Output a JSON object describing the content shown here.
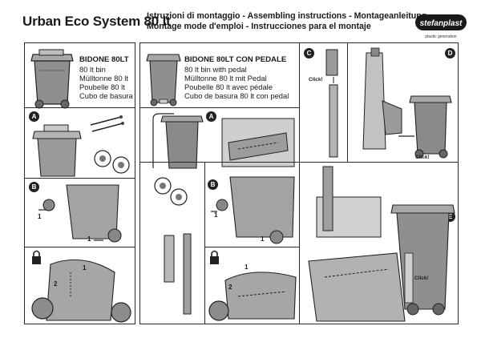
{
  "header": {
    "title": "Urban Eco System 80 lt",
    "subtitle_lines": [
      "Istruzioni di montaggio - Assembling instructions - Montageanleitung",
      "Montage mode d'emploi - Instrucciones para el montaje"
    ],
    "brand": "stefanplast",
    "brand_tagline": "plastic generation"
  },
  "products": [
    {
      "name": "BIDONE 80LT",
      "lines": [
        "80 lt bin",
        "Mülltonne 80 lt",
        "Poubelle 80 lt",
        "Cubo de basura 80 lt"
      ]
    },
    {
      "name": "BIDONE 80LT CON PEDALE",
      "lines": [
        "80 lt bin with pedal",
        "Mülltonne 80 lt mit Pedal",
        "Poubelle 80 lt avec pédale",
        "Cubo de basura 80 lt con pedal"
      ]
    }
  ],
  "steps": {
    "a": "A",
    "b": "B",
    "c": "C",
    "d": "D",
    "e": "E"
  },
  "labels": {
    "click": "Click!",
    "n1": "1",
    "n2": "2"
  }
}
